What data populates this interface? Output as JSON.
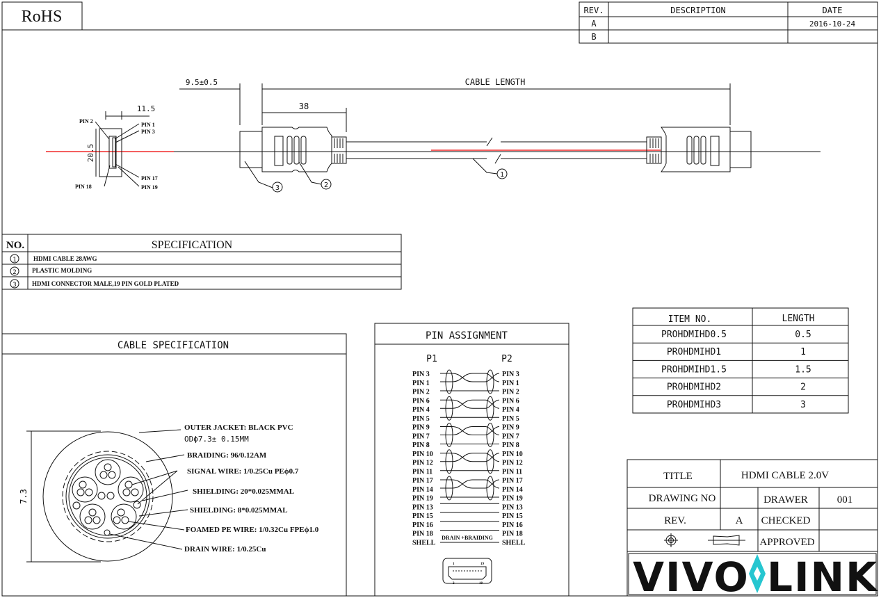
{
  "rohs": "RoHS",
  "revision_table": {
    "headers": [
      "REV.",
      "DESCRIPTION",
      "DATE"
    ],
    "rows": [
      {
        "rev": "A",
        "description": "",
        "date": "2016-10-24"
      },
      {
        "rev": "B",
        "description": "",
        "date": ""
      }
    ]
  },
  "drawing": {
    "dim_offset": "9.5±0.5",
    "dim_cable_length": "CABLE LENGTH",
    "dim_38": "38",
    "dim_11_5": "11.5",
    "dim_20_5": "20.5",
    "pin_labels": {
      "pin2": "PIN 2",
      "pin1": "PIN 1",
      "pin3": "PIN 3",
      "pin17": "PIN 17",
      "pin19": "PIN 19",
      "pin18": "PIN 18"
    },
    "callouts": [
      "1",
      "2",
      "3"
    ]
  },
  "specification": {
    "headers": [
      "NO.",
      "SPECIFICATION"
    ],
    "rows": [
      {
        "no": "1",
        "text": "HDMI CABLE 28AWG"
      },
      {
        "no": "2",
        "text": "PLASTIC MOLDING"
      },
      {
        "no": "3",
        "text": "HDMI CONNECTOR MALE,19 PIN GOLD PLATED"
      }
    ]
  },
  "cable_spec": {
    "title": "CABLE SPECIFICATION",
    "diameter": "7.3",
    "labels": {
      "jacket": "OUTER JACKET: BLACK PVC",
      "od": "ODϕ7.3± 0.15MM",
      "braiding": "BRAIDING: 96/0.12AM",
      "signal": "SIGNAL WIRE: 1/0.25Cu PEϕ0.7",
      "shield1": "SHIELDING: 20*0.025MMAL",
      "shield2": "SHIELDING: 8*0.025MMAL",
      "foamed": "FOAMED PE WIRE: 1/0.32Cu FPEϕ1.0",
      "drain": "DRAIN WIRE: 1/0.25Cu"
    }
  },
  "pin_assignment": {
    "title": "PIN ASSIGNMENT",
    "p1": "P1",
    "p2": "P2",
    "drain_label": "DRAIN +BRAIDING",
    "rows": [
      "PIN 3",
      "PIN 1",
      "PIN 2",
      "PIN 6",
      "PIN 4",
      "PIN 5",
      "PIN 9",
      "PIN 7",
      "PIN 8",
      "PIN 10",
      "PIN 12",
      "PIN 11",
      "PIN 17",
      "PIN 14",
      "PIN 19",
      "PIN 13",
      "PIN 15",
      "PIN 16",
      "PIN 18",
      "SHELL"
    ],
    "connector_pins": [
      "1",
      "19",
      "2",
      "18"
    ]
  },
  "items": {
    "headers": [
      "ITEM NO.",
      "LENGTH"
    ],
    "rows": [
      {
        "item": "PROHDMIHD0.5",
        "length": "0.5"
      },
      {
        "item": "PROHDMIHD1",
        "length": "1"
      },
      {
        "item": "PROHDMIHD1.5",
        "length": "1.5"
      },
      {
        "item": "PROHDMIHD2",
        "length": "2"
      },
      {
        "item": "PROHDMIHD3",
        "length": "3"
      }
    ]
  },
  "title_block": {
    "title_label": "TITLE",
    "title_value": "HDMI CABLE 2.0V",
    "drawing_no_label": "DRAWING NO",
    "drawing_no_value": "",
    "drawer_label": "DRAWER",
    "drawer_value": "001",
    "rev_label": "REV.",
    "rev_value": "A",
    "checked_label": "CHECKED",
    "approved_label": "APPROVED",
    "logo": "VIVOLINK",
    "logo_left": "VIVO",
    "logo_right": "LINK",
    "logo_accent": "#26c6d0"
  }
}
